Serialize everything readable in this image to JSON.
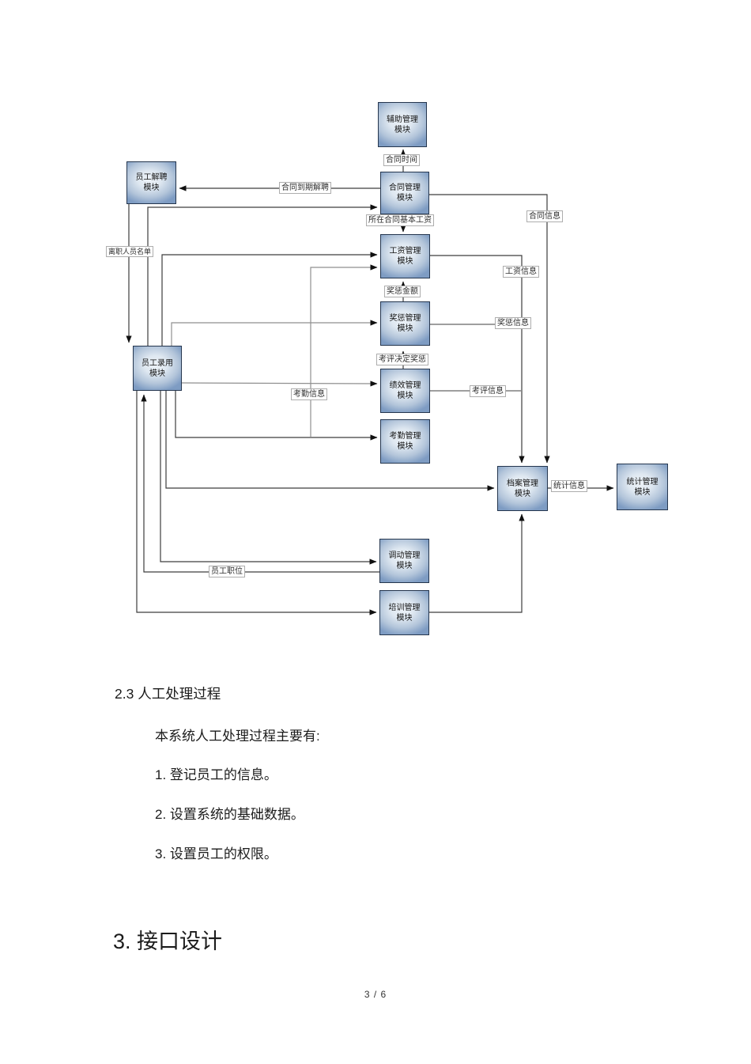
{
  "diagram": {
    "modules": {
      "auxiliary": "辅助管理\n模块",
      "dismissal": "员工解聘\n模块",
      "contract": "合同管理\n模块",
      "salary": "工资管理\n模块",
      "reward": "奖惩管理\n模块",
      "performance": "绩效管理\n模块",
      "attendance": "考勤管理\n模块",
      "recruitment": "员工录用\n模块",
      "archive": "档案管理\n模块",
      "statistics": "统计管理\n模块",
      "transfer": "调动管理\n模块",
      "training": "培训管理\n模块"
    },
    "flow_labels": {
      "contract_time": "合同时间",
      "contract_expiry_dismissal": "合同到期解聘",
      "contract_base_salary": "所在合同基本工资",
      "contract_info": "合同信息",
      "resigned_list": "离职人员名单",
      "salary_info": "工资信息",
      "reward_amount": "奖惩金额",
      "reward_info": "奖惩信息",
      "evaluation_decides_reward": "考评决定奖惩",
      "evaluation_info": "考评信息",
      "attendance_info": "考勤信息",
      "statistics_info": "统计信息",
      "employee_position": "员工职位"
    },
    "colors": {
      "box_border": "#25364e",
      "box_fill_light": "#edf2f7",
      "box_fill_dark": "#7e9cc3",
      "line": "#3d3d3d",
      "line_gray": "#8f8f8f"
    }
  },
  "content": {
    "section_heading": "2.3  人工处理过程",
    "intro": "本系统人工处理过程主要有:",
    "list": [
      "1. 登记员工的信息。",
      "2. 设置系统的基础数据。",
      "3. 设置员工的权限。"
    ],
    "chapter_heading": "3. 接口设计"
  },
  "footer": {
    "page_indicator": "3  /  6"
  }
}
